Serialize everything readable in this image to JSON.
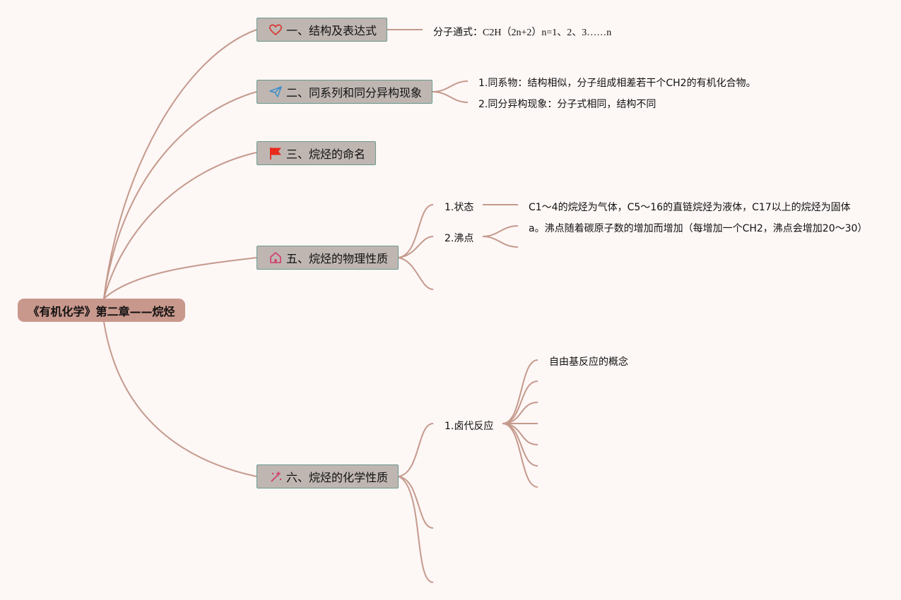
{
  "root": {
    "label": "《有机化学》第二章——烷烃"
  },
  "topics": [
    {
      "label": "一、结构及表达式",
      "icon": "heart-icon"
    },
    {
      "label": "二、同系列和同分异构现象",
      "icon": "paper-plane-icon"
    },
    {
      "label": "三、烷烃的命名",
      "icon": "flag-icon"
    },
    {
      "label": "五、烷烃的物理性质",
      "icon": "home-icon"
    },
    {
      "label": "六、烷烃的化学性质",
      "icon": "magic-wand-icon"
    }
  ],
  "details": {
    "structure_formula": "分子通式：C2H（2n+2）n=1、2、3……n",
    "homolog": "1.同系物：结构相似，分子组成相差若干个CH2的有机化合物。",
    "isomer": "2.同分异构现象：分子式相同，结构不同",
    "state": "1.状态",
    "state_desc": "C1～4的烷烃为气体，C5～16的直链烷烃为液体，C17以上的烷烃为固体",
    "boiling": "2.沸点",
    "boiling_desc": "a。沸点随着碳原子数的增加而增加（每增加一个CH2，沸点会增加20～30）",
    "halogenation": "1.卤代反应",
    "free_radical": "自由基反应的概念"
  },
  "colors": {
    "background": "#fdf7f6",
    "root_fill": "#c9988c",
    "topic_fill": "#bfb6b2",
    "topic_border": "#6a9a8e",
    "connector": "#c49a8c"
  }
}
